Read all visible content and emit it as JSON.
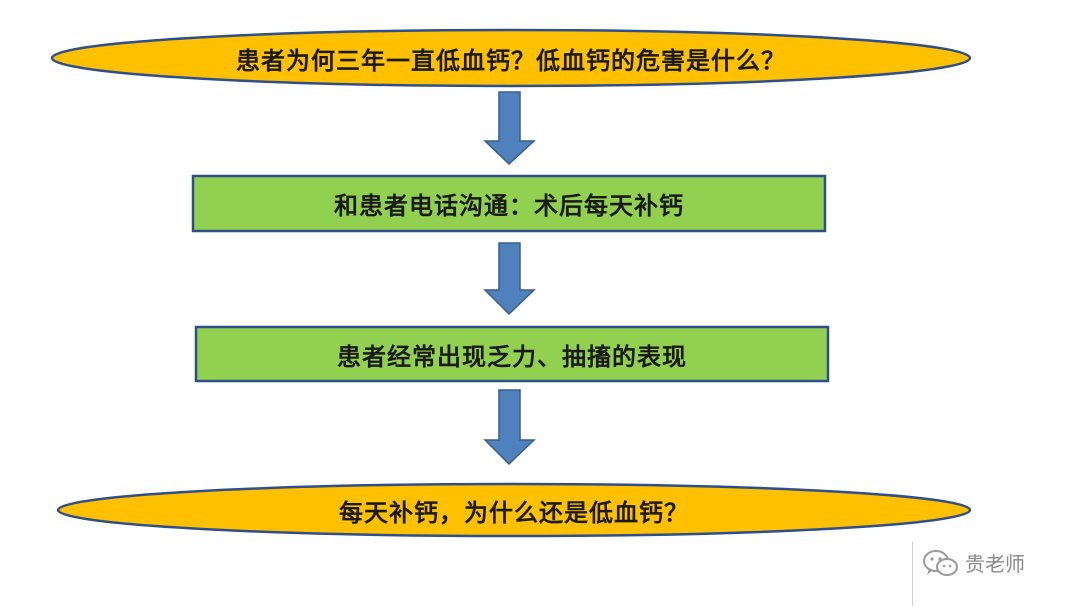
{
  "nodes": [
    {
      "id": "question-top",
      "text": "患者为何三年一直低血钙？低血钙的危害是什么？"
    },
    {
      "id": "phone-call",
      "text": "和患者电话沟通：术后每天补钙"
    },
    {
      "id": "symptoms",
      "text": "患者经常出现乏力、抽搐的表现"
    },
    {
      "id": "question-bottom",
      "text": "每天补钙，为什么还是低血钙？"
    }
  ],
  "colors": {
    "ellipse_fill": "#FFC000",
    "box_fill": "#92D050",
    "outline": "#2E4F8A",
    "arrow_fill": "#4F81BD",
    "arrow_stroke": "#385D8A"
  },
  "watermark": {
    "name": "贵老师",
    "icon": "wechat-icon"
  }
}
